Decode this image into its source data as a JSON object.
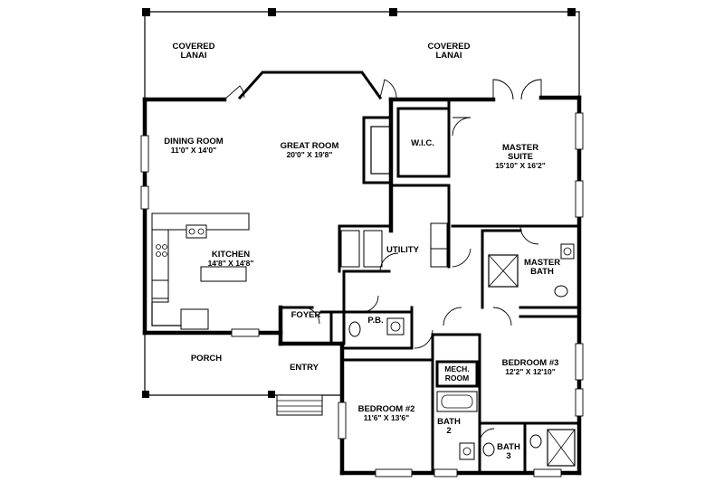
{
  "rooms": {
    "lanai_left": {
      "line1": "COVERED",
      "line2": "LANAI"
    },
    "lanai_right": {
      "line1": "COVERED",
      "line2": "LANAI"
    },
    "dining": {
      "name": "DINING ROOM",
      "dims": "11'0\" X 14'0\""
    },
    "great": {
      "name": "GREAT ROOM",
      "dims": "20'0\" X 19'8\""
    },
    "wic": {
      "name": "W.I.C."
    },
    "master": {
      "line1": "MASTER",
      "line2": "SUITE",
      "dims": "15'10\" X 16'2\""
    },
    "kitchen": {
      "name": "KITCHEN",
      "dims": "14'8\" X 14'8\""
    },
    "utility": {
      "name": "UTILITY"
    },
    "master_bath": {
      "line1": "MASTER",
      "line2": "BATH"
    },
    "foyer": {
      "name": "FOYER"
    },
    "pb": {
      "name": "P.B."
    },
    "porch": {
      "name": "PORCH"
    },
    "entry": {
      "name": "ENTRY"
    },
    "bedroom3": {
      "name": "BEDROOM #3",
      "dims": "12'2\" X 12'10\""
    },
    "mech": {
      "line1": "MECH.",
      "line2": "ROOM"
    },
    "bedroom2": {
      "name": "BEDROOM #2",
      "dims": "11'6\" X 13'6\""
    },
    "bath2": {
      "line1": "BATH",
      "line2": "2"
    },
    "bath3": {
      "line1": "BATH",
      "line2": "3"
    }
  }
}
